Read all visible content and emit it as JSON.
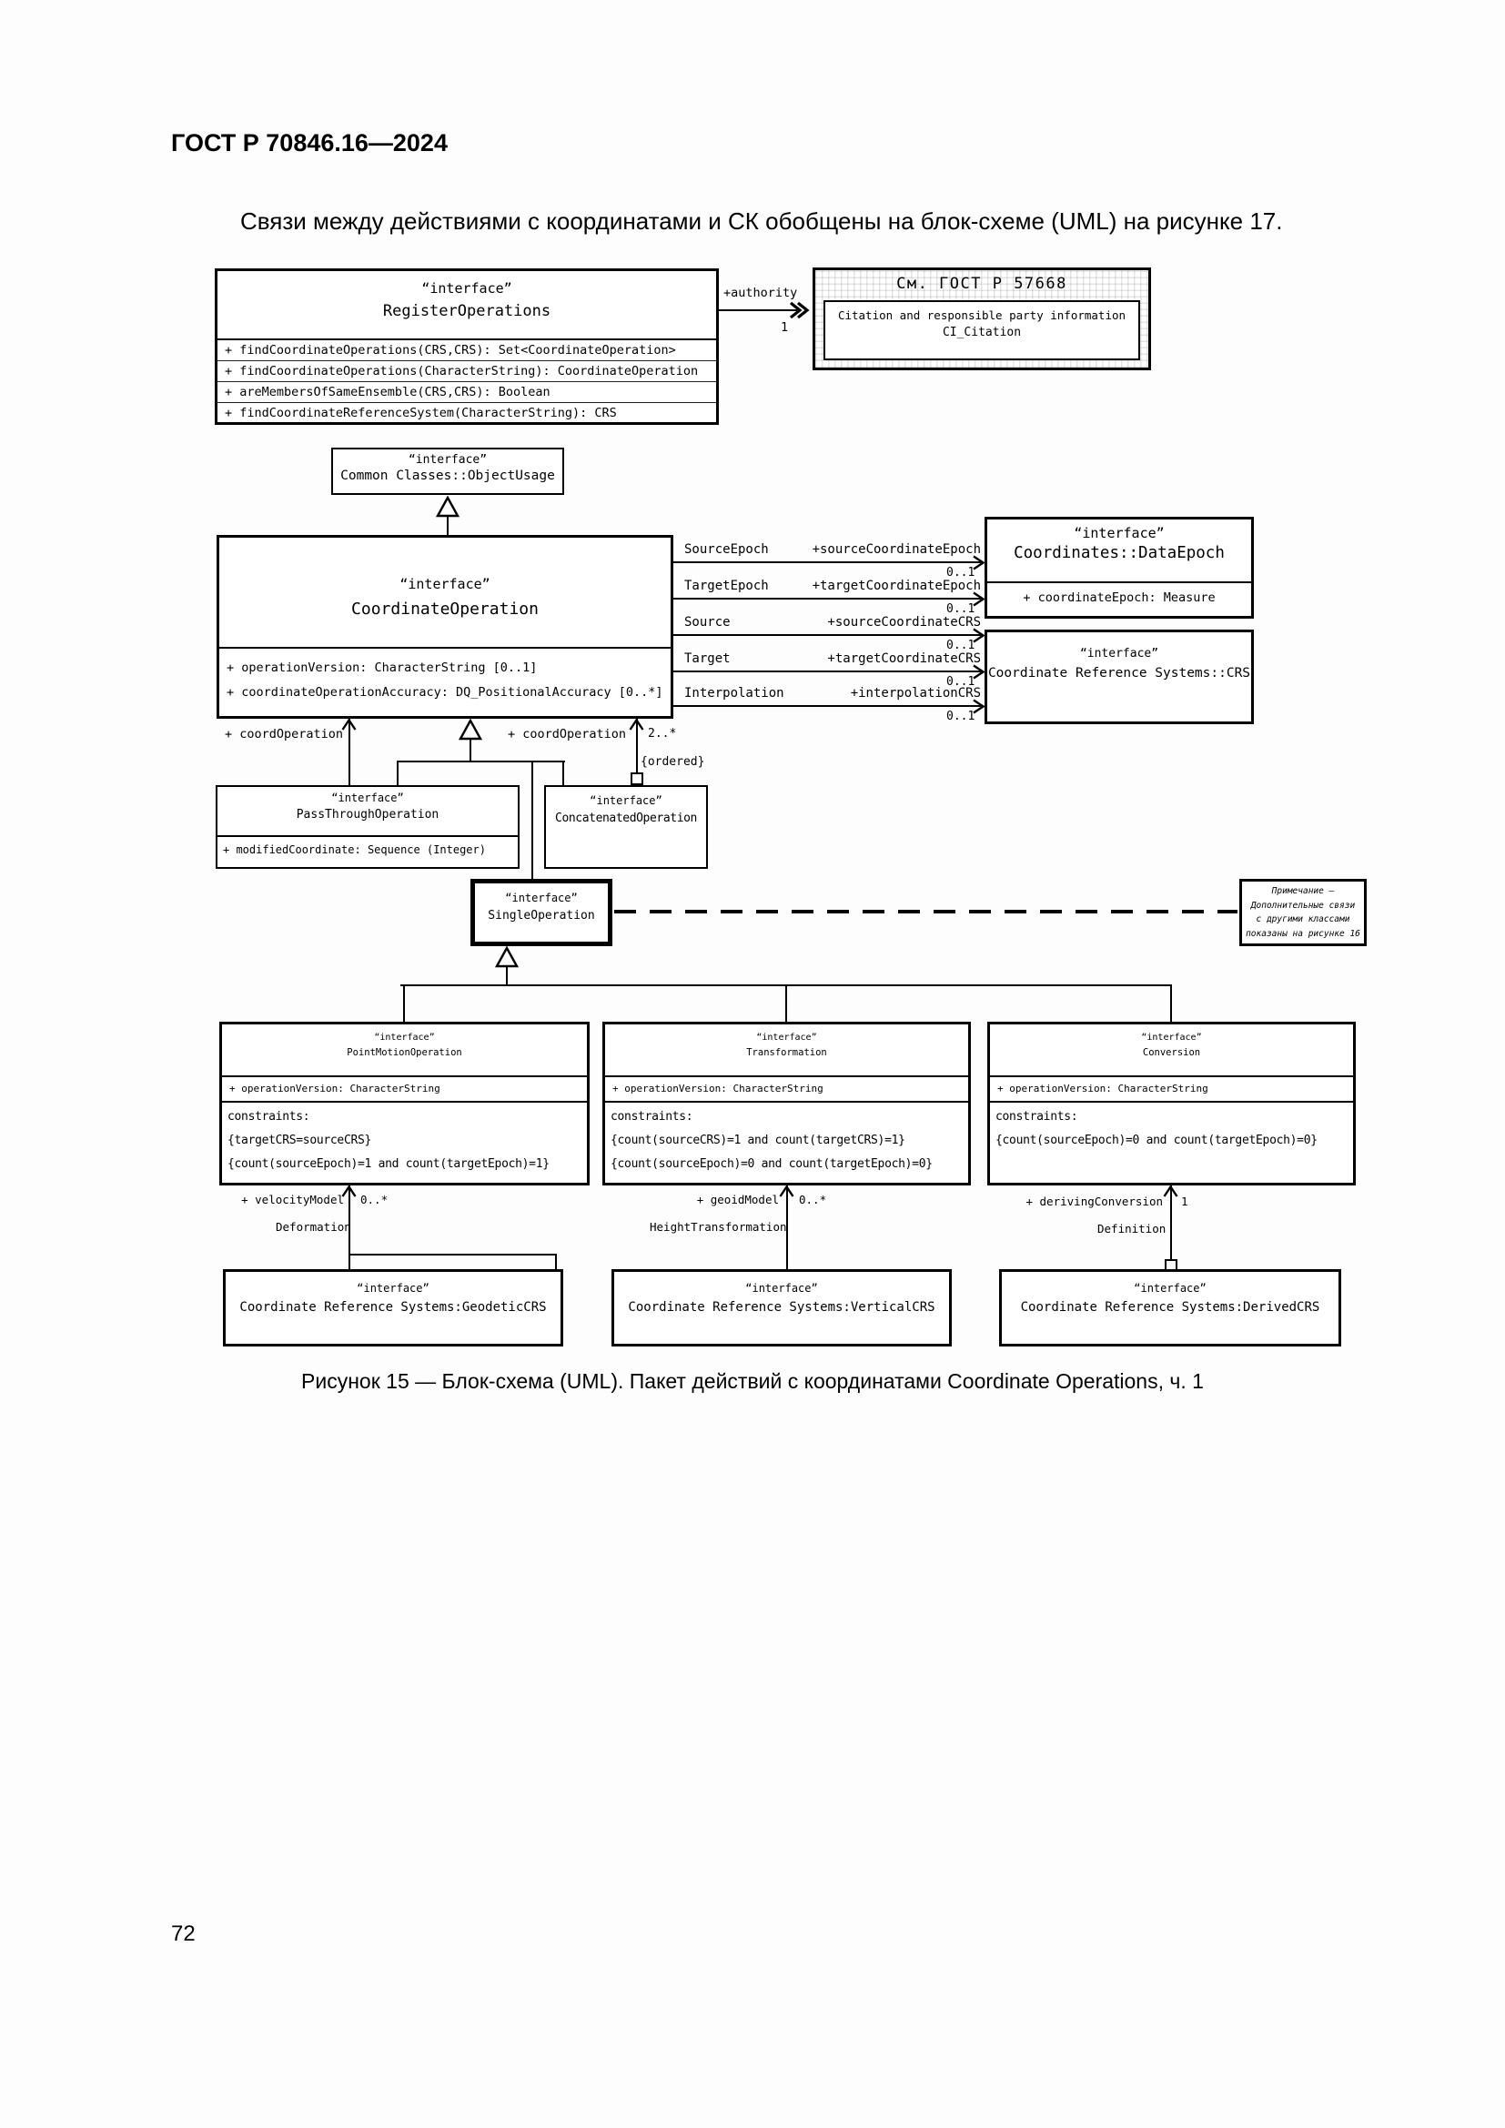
{
  "page": {
    "header": "ГОСТ Р 70846.16—2024",
    "intro": "Связи между действиями с координатами и СК обобщены на блок-схеме (UML) на рисунке 17.",
    "caption": "Рисунок 15 — Блок-схема (UML). Пакет действий с координатами Coordinate Operations, ч. 1",
    "page_number": "72"
  },
  "diagram": {
    "stereotype": "“interface”",
    "register_operations": {
      "name": "RegisterOperations",
      "methods": [
        "+ findCoordinateOperations(CRS,CRS): Set<CoordinateOperation>",
        "+ findCoordinateOperations(CharacterString): CoordinateOperation",
        "+ areMembersOfSameEnsemble(CRS,CRS): Boolean",
        "+ findCoordinateReferenceSystem(CharacterString): CRS"
      ]
    },
    "authority": {
      "role": "+authority",
      "multiplicity": "1"
    },
    "gost_box": {
      "title": "См. ГОСТ Р 57668",
      "line1": "Citation and responsible party information",
      "line2": "CI_Citation"
    },
    "object_usage": {
      "name": "Common Classes::ObjectUsage"
    },
    "coordinate_operation": {
      "name": "CoordinateOperation",
      "attributes": [
        "+ operationVersion: CharacterString [0..1]",
        "+ coordinateOperationAccuracy: DQ_PositionalAccuracy [0..*]"
      ]
    },
    "assoc_right": [
      {
        "name": "SourceEpoch",
        "role": "+sourceCoordinateEpoch",
        "multiplicity": "0..1"
      },
      {
        "name": "TargetEpoch",
        "role": "+targetCoordinateEpoch",
        "multiplicity": "0..1"
      },
      {
        "name": "Source",
        "role": "+sourceCoordinateCRS",
        "multiplicity": "0..1"
      },
      {
        "name": "Target",
        "role": "+targetCoordinateCRS",
        "multiplicity": "0..1"
      },
      {
        "name": "Interpolation",
        "role": "+interpolationCRS",
        "multiplicity": "0..1"
      }
    ],
    "data_epoch": {
      "name": "Coordinates::DataEpoch",
      "attribute": "+ coordinateEpoch: Measure"
    },
    "crs": {
      "name": "Coordinate Reference Systems::CRS"
    },
    "coord_op_left": {
      "role": "+ coordOperation"
    },
    "coord_op_right": {
      "role": "+ coordOperation",
      "multiplicity": "2..*",
      "constraint": "{ordered}"
    },
    "pass_through": {
      "name": "PassThroughOperation",
      "attribute": "+ modifiedCoordinate: Sequence (Integer)"
    },
    "concatenated": {
      "name": "ConcatenatedOperation"
    },
    "single_operation": {
      "name": "SingleOperation"
    },
    "note": {
      "lines": [
        "Примечание —",
        "Дополнительные связи",
        "с другими классами",
        "показаны на рисунке 16"
      ]
    },
    "point_motion": {
      "name": "PointMotionOperation",
      "attribute": "+ operationVersion: CharacterString",
      "constraints": [
        "constraints:",
        "{targetCRS=sourceCRS}",
        "{count(sourceEpoch)=1 and count(targetEpoch)=1}"
      ]
    },
    "transformation": {
      "name": "Transformation",
      "attribute": "+ operationVersion: CharacterString",
      "constraints": [
        "constraints:",
        "{count(sourceCRS)=1 and count(targetCRS)=1}",
        "{count(sourceEpoch)=0 and count(targetEpoch)=0}"
      ]
    },
    "conversion": {
      "name": "Conversion",
      "attribute": "+ operationVersion: CharacterString",
      "constraints": [
        "constraints:",
        "{count(sourceEpoch)=0 and count(targetEpoch)=0}"
      ]
    },
    "velocity_model": {
      "role": "+ velocityModel",
      "multiplicity": "0..*",
      "assoc_name": "Deformation"
    },
    "geoid_model": {
      "role": "+ geoidModel",
      "multiplicity": "0..*",
      "assoc_name": "HeightTransformation"
    },
    "deriving_conversion": {
      "role": "+ derivingConversion",
      "multiplicity": "1",
      "assoc_name": "Definition"
    },
    "geodetic_crs": {
      "name": "Coordinate Reference Systems:GeodeticCRS"
    },
    "vertical_crs": {
      "name": "Coordinate Reference Systems:VerticalCRS"
    },
    "derived_crs": {
      "name": "Coordinate Reference Systems:DerivedCRS"
    }
  }
}
